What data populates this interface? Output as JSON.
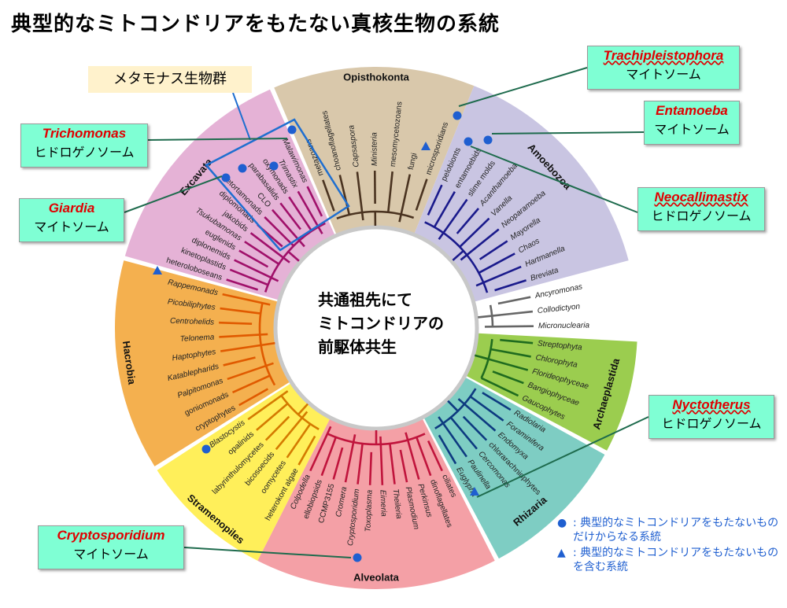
{
  "title": "典型的なミトコンドリアをもたない真核生物の系統",
  "metamonada_label": "メタモナス生物群",
  "center_text": [
    "共通祖先にて",
    "ミトコンドリアの",
    "前駆体共生"
  ],
  "colors": {
    "Opisthokonta": "#d9c8ab",
    "Amoebozoa": "#c9c5e2",
    "Archaeplastida": "#9bcd4f",
    "Rhizaria": "#7ecdc3",
    "Alveolata": "#f4a0a6",
    "Stramenopiles": "#ffef5a",
    "Hacrobia": "#f4b04f",
    "Excavata": "#e5b2d6",
    "callout": "#7fffd4",
    "marker": "#1f5fd0"
  },
  "groups": [
    {
      "name": "Opisthokonta",
      "taxa": [
        "metazoans",
        "choanoflagellates",
        "Capsaspora",
        "Ministeria",
        "mesomycetozoans",
        "fungi",
        "microsporidians"
      ]
    },
    {
      "name": "Amoebozoa",
      "taxa": [
        "pelobionts",
        "entamoebids",
        "slime molds",
        "Acanthamoeba",
        "Vanella",
        "Neoparamoeba",
        "Mayorella",
        "Chaos",
        "Hartmanella",
        "Breviata"
      ]
    },
    {
      "name": "",
      "taxa": [
        "Ancyromonas",
        "Collodictyon",
        "Micronuclearia"
      ]
    },
    {
      "name": "Archaeplastida",
      "taxa": [
        "Streptophyta",
        "Chlorophyta",
        "Florideophyceae",
        "Bangiophyceae",
        "Gaucophytes"
      ]
    },
    {
      "name": "Rhizaria",
      "taxa": [
        "Radiolaria",
        "Foraminifera",
        "Endomyxa",
        "chlorarachniophytes",
        "Cercomonas",
        "Paulinella",
        "Euglypha"
      ]
    },
    {
      "name": "Alveolata",
      "taxa": [
        "ciliates",
        "dinoflagellates",
        "Perkinsus",
        "Plasmodium",
        "Theileria",
        "Eimeria",
        "Toxoplasma",
        "Cryptosporidium",
        "Cromera",
        "CCMP3155",
        "ellobiopsids",
        "Colpodella"
      ]
    },
    {
      "name": "Stramenopiles",
      "taxa": [
        "heterokont algae",
        "oomycetes",
        "bicosoecids",
        "labyrinthulomycetes",
        "opalinids",
        "Blastocystis"
      ]
    },
    {
      "name": "Hacrobia",
      "taxa": [
        "cryptophytes",
        "goniomonads",
        "Palpitomonas",
        "Katablepharids",
        "Haptophytes",
        "Telonema",
        "Centrohelids",
        "Picobiliphytes",
        "Rappemonads"
      ]
    },
    {
      "name": "Excavata",
      "taxa": [
        "heteroloboseans",
        "kinetoplastids",
        "diplonemids",
        "euglenids",
        "Tsukubamonas",
        "jakobids",
        "diplomonads",
        "retortamonads",
        "CLO",
        "parabasalids",
        "oxymonads",
        "Trimastix",
        "Malawimonas"
      ]
    }
  ],
  "callouts": [
    {
      "organism": "Trachipleistophora",
      "kind": "マイトソーム"
    },
    {
      "organism": "Entamoeba",
      "kind": "マイトソーム"
    },
    {
      "organism": "Neocallimastix",
      "kind": "ヒドロゲノソーム"
    },
    {
      "organism": "Trichomonas",
      "kind": "ヒドロゲノソーム"
    },
    {
      "organism": "Giardia",
      "kind": "マイトソーム"
    },
    {
      "organism": "Nyctotherus",
      "kind": "ヒドロゲノソーム"
    },
    {
      "organism": "Cryptosporidium",
      "kind": "マイトソーム"
    }
  ],
  "legend": [
    {
      "symbol": "●",
      "text": ": 典型的なミトコンドリアをもたないものだけからなる系統"
    },
    {
      "symbol": "▲",
      "text": ": 典型的なミトコンドリアをもたないものを含む系統"
    }
  ]
}
